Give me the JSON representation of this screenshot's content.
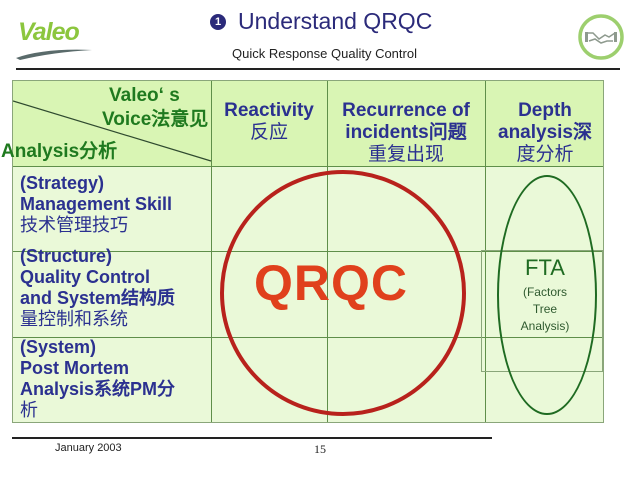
{
  "header": {
    "logo_text": "Valeo",
    "title_number": "1",
    "title": "Understand QRQC",
    "subtitle": "Quick Response Quality Control",
    "badge_icon": "handshake-icon"
  },
  "table": {
    "corner": {
      "top_right_line1": "Valeo‘ s",
      "top_right_line2": "Voice法意见",
      "bottom_left": "Analysis分析"
    },
    "columns": [
      {
        "line1": "Reactivity",
        "line2": "反应",
        "line3": ""
      },
      {
        "line1": "Recurrence of",
        "line2": "incidents问题",
        "line3": "重复出现"
      },
      {
        "line1": "Depth",
        "line2": "analysis深",
        "line3": "度分析"
      }
    ],
    "rows": [
      {
        "line1": "(Strategy)",
        "line2": "Management Skill",
        "line3": "技术管理技巧",
        "line4": ""
      },
      {
        "line1": "(Structure)",
        "line2": "Quality Control",
        "line3": "and System结构质",
        "line4": "量控制和系统"
      },
      {
        "line1": "(System)",
        "line2": "Post Mortem",
        "line3": "Analysis系统PM分",
        "line4": "析"
      }
    ]
  },
  "overlay": {
    "qrqc_label": "QRQC",
    "fta_label": "FTA",
    "fta_sub_line1": "(Factors",
    "fta_sub_line2": "Tree",
    "fta_sub_line3": "Analysis)"
  },
  "footer": {
    "date": "January 2003",
    "page_number": "15"
  },
  "colors": {
    "title": "#2b2a7a",
    "table_body": "#eaf9d8",
    "table_header": "#d9f5b4",
    "qrqc_red": "#e0401c",
    "circle_red": "#b8221c",
    "fta_green": "#1f6b22",
    "logo_green": "#8cc63e"
  }
}
